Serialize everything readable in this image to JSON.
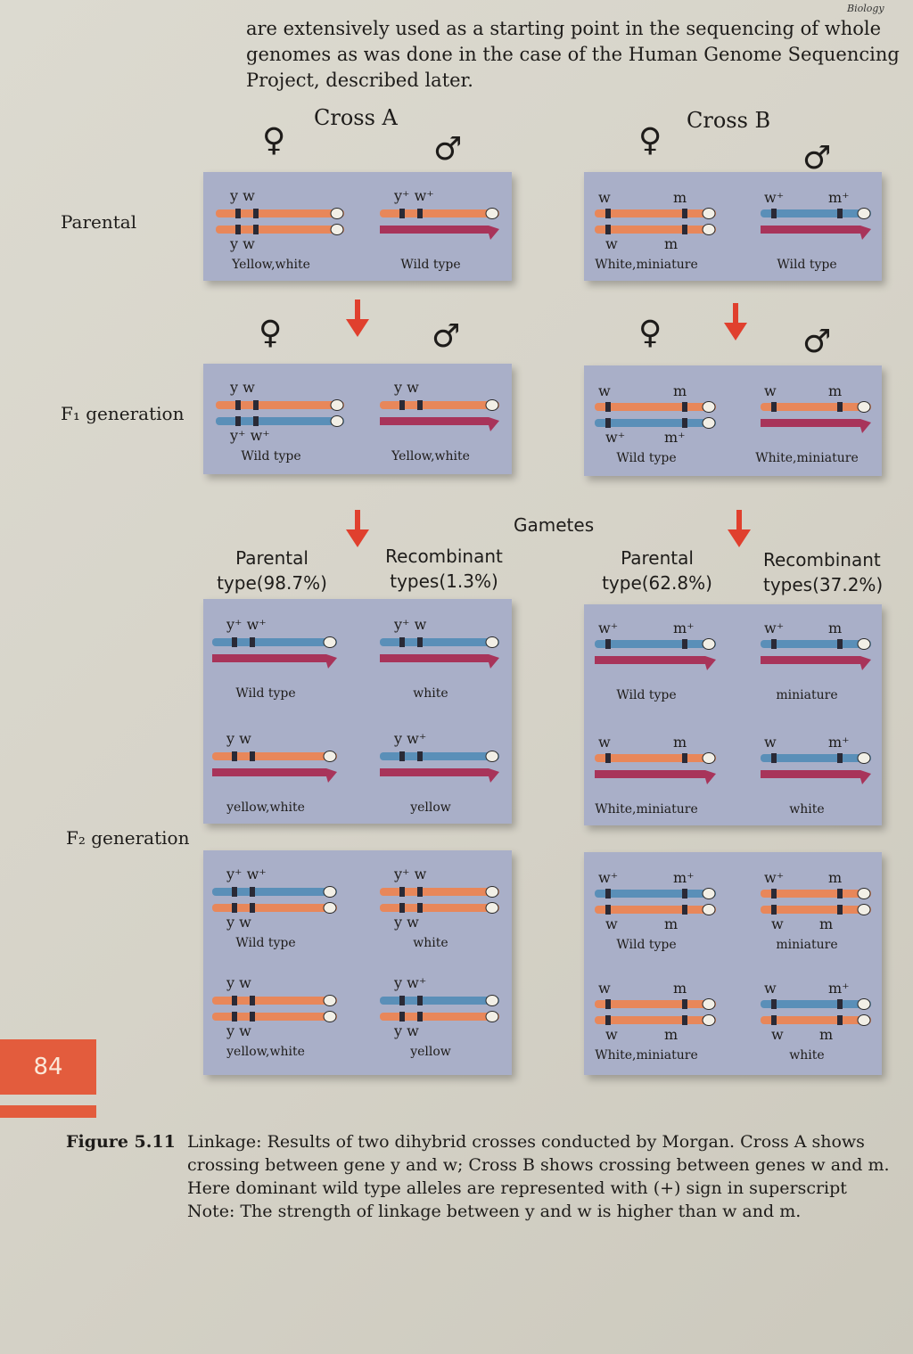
{
  "intro": {
    "line1": "are extensively used as a starting point in the sequencing of whole",
    "line2": "genomes as was done in the case of the Human Genome Sequencing",
    "line3": "Project, described later."
  },
  "corner_text": "Biology",
  "symbols": {
    "female": "♀",
    "male": "♂"
  },
  "cross_a": {
    "title": "Cross A"
  },
  "cross_b": {
    "title": "Cross B"
  },
  "row_labels": {
    "parental": "Parental",
    "f1": "F₁ generation",
    "f2": "F₂ generation"
  },
  "gametes_label": "Gametes",
  "gamete_types": {
    "a_parental": {
      "line1": "Parental",
      "line2": "type(98.7%)"
    },
    "a_recombinant": {
      "line1": "Recombinant",
      "line2": "types(1.3%)"
    },
    "b_parental": {
      "line1": "Parental",
      "line2": "type(62.8%)"
    },
    "b_recombinant": {
      "line1": "Recombinant",
      "line2": "types(37.2%)"
    }
  },
  "panels": {
    "a_p_female": {
      "top": "y  w",
      "bottom": "y  w",
      "caption": "Yellow,white"
    },
    "a_p_male": {
      "top": "y⁺ w⁺",
      "caption": "Wild type"
    },
    "b_p_female": {
      "top_left": "w",
      "top_right": "m",
      "bottom_left": "w",
      "bottom_right": "m",
      "caption": "White,miniature"
    },
    "b_p_male": {
      "top_left": "w⁺",
      "top_right": "m⁺",
      "caption": "Wild type"
    },
    "a_f1_female": {
      "top": "y  w",
      "bottom": "y⁺ w⁺",
      "caption": "Wild type"
    },
    "a_f1_male": {
      "top": "y  w",
      "caption": "Yellow,white"
    },
    "b_f1_female": {
      "top_left": "w",
      "top_right": "m",
      "bottom_left": "w⁺",
      "bottom_right": "m⁺",
      "caption": "Wild type"
    },
    "b_f1_male": {
      "top_left": "w",
      "top_right": "m",
      "caption": "White,miniature"
    },
    "a_g1": {
      "top": "y⁺ w⁺",
      "caption": "Wild type"
    },
    "a_g2": {
      "top": "y⁺ w",
      "caption": "white"
    },
    "a_g3": {
      "top": "y  w",
      "caption": "yellow,white"
    },
    "a_g4": {
      "top": "y  w⁺",
      "caption": "yellow"
    },
    "b_g1": {
      "top_left": "w⁺",
      "top_right": "m⁺",
      "caption": "Wild type"
    },
    "b_g2": {
      "top_left": "w⁺",
      "top_right": "m",
      "caption": "miniature"
    },
    "b_g3": {
      "top_left": "w",
      "top_right": "m",
      "caption": "White,miniature"
    },
    "b_g4": {
      "top_left": "w",
      "top_right": "m⁺",
      "caption": "white"
    },
    "a_f2_1": {
      "top": "y⁺ w⁺",
      "bottom": "y  w",
      "caption": "Wild type"
    },
    "a_f2_2": {
      "top": "y⁺ w",
      "bottom": "y  w",
      "caption": "white"
    },
    "a_f2_3": {
      "top": "y  w",
      "bottom": "y  w",
      "caption": "yellow,white"
    },
    "a_f2_4": {
      "top": "y  w⁺",
      "bottom": "y  w",
      "caption": "yellow"
    },
    "b_f2_1": {
      "top_left": "w⁺",
      "top_right": "m⁺",
      "bottom_left": "w",
      "bottom_right": "m",
      "caption": "Wild type"
    },
    "b_f2_2": {
      "top_left": "w⁺",
      "top_right": "m",
      "bottom_left": "w",
      "bottom_right": "m",
      "caption": "miniature"
    },
    "b_f2_3": {
      "top_left": "w",
      "top_right": "m",
      "bottom_left": "w",
      "bottom_right": "m",
      "caption": "White,miniature"
    },
    "b_f2_4": {
      "top_left": "w",
      "top_right": "m⁺",
      "bottom_left": "w",
      "bottom_right": "m",
      "caption": "white"
    }
  },
  "page_number": "84",
  "caption": {
    "label": "Figure 5.11",
    "line1": "Linkage: Results of two dihybrid crosses conducted by Morgan. Cross A shows",
    "line2": "crossing between gene y and w; Cross B shows crossing between genes w and m.",
    "line3": "Here dominant wild type alleles are represented with (+) sign in superscript",
    "line4": "Note: The strength of linkage between y and w is higher than w and m."
  },
  "colors": {
    "panel": "#a9afc8",
    "chromosome_orange": "#e8875a",
    "chromosome_blue": "#5a8fb8",
    "y_chromosome": "#a8345a",
    "arrow": "#e0402e",
    "page_badge": "#e35c3d"
  }
}
